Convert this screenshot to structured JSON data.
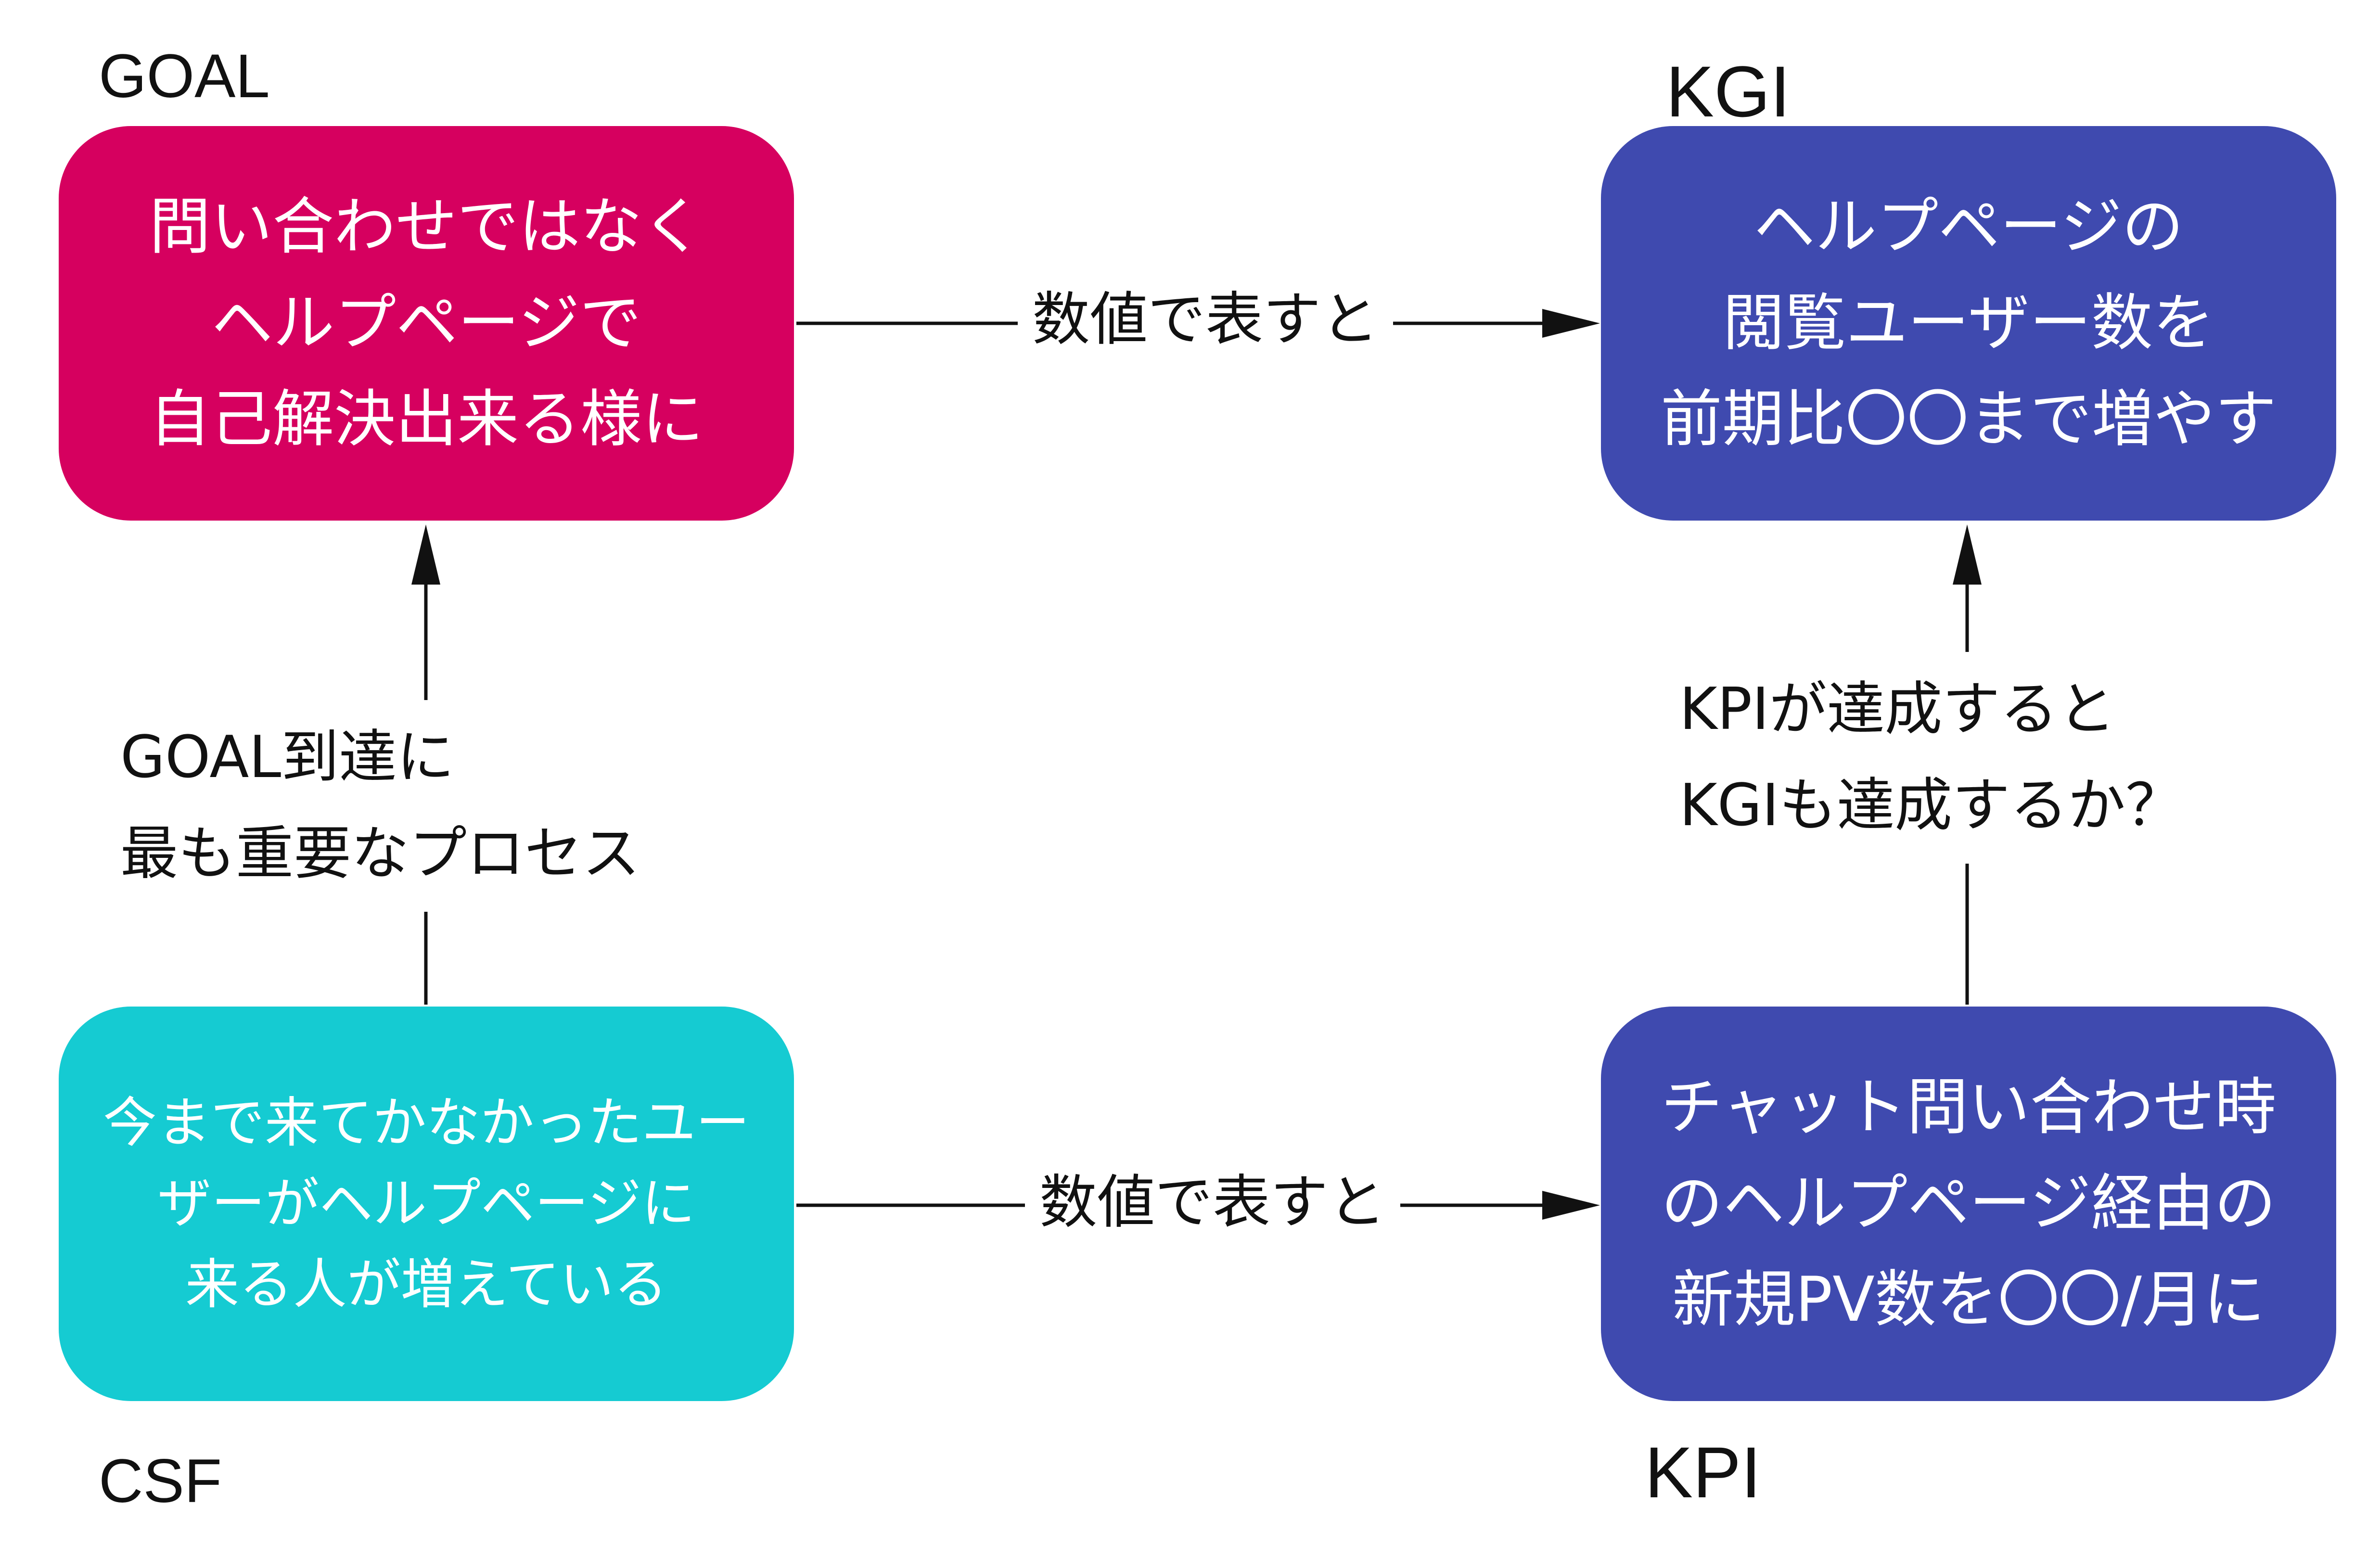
{
  "corners": {
    "goal": "GOAL",
    "kgi": "KGI",
    "csf": "CSF",
    "kpi": "KPI"
  },
  "boxes": {
    "goal": {
      "lines": [
        "問い合わせではなく",
        "ヘルプページで",
        "自己解決出来る様に"
      ],
      "color": "#d6005f"
    },
    "kgi": {
      "lines": [
        "ヘルプページの",
        "閲覧ユーザー数を",
        "前期比〇〇まで増やす"
      ],
      "color": "#3f4aaf"
    },
    "csf": {
      "lines": [
        "今まで来てかなかったユー",
        "ザーがヘルプページに",
        "来る人が増えている"
      ],
      "color": "#15cbd2"
    },
    "kpi": {
      "lines": [
        "チャット問い合わせ時",
        "のヘルプページ経由の",
        "新規PV数を〇〇/月に"
      ],
      "color": "#3f4aaf"
    }
  },
  "edges": {
    "goal_to_kgi": "数値で表すと",
    "csf_to_kpi": "数値で表すと",
    "csf_to_goal": [
      "GOAL到達に",
      "最も重要なプロセス"
    ],
    "kpi_to_kgi": [
      "KPIが達成すると",
      "KGIも達成するか？"
    ]
  }
}
